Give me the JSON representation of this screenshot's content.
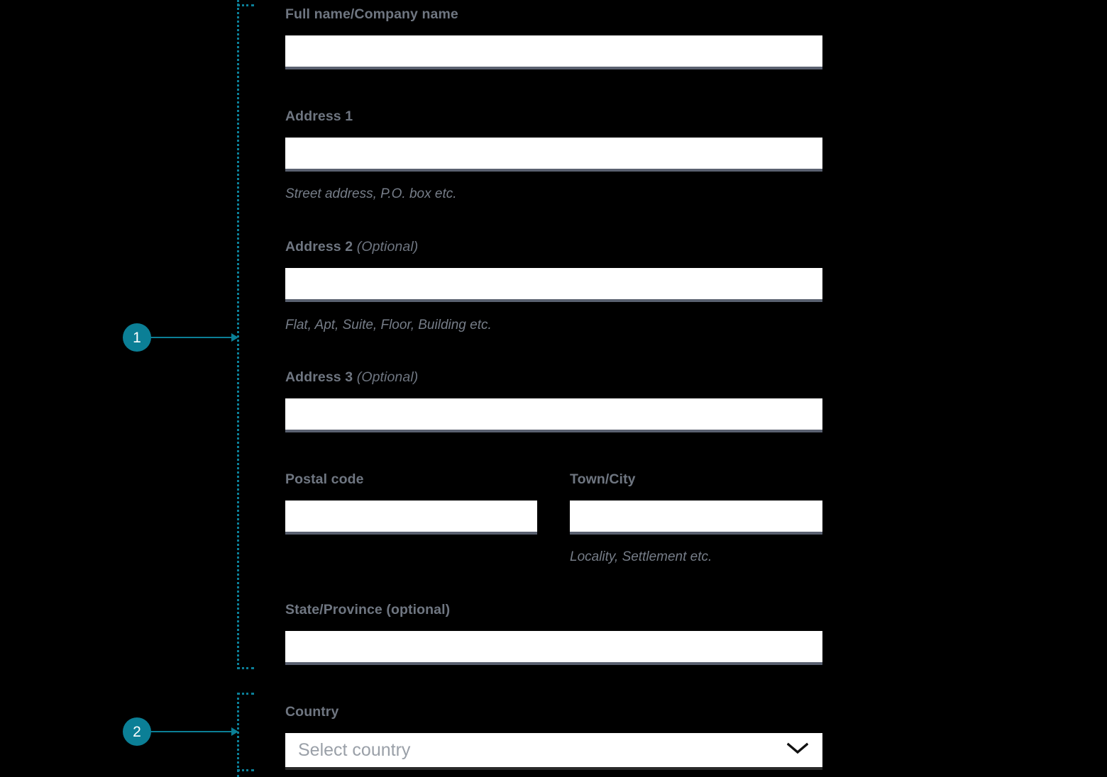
{
  "annotations": {
    "accent_color": "#0b7f96",
    "markers": [
      {
        "number": "1",
        "target": "address-block"
      },
      {
        "number": "2",
        "target": "country-block"
      }
    ]
  },
  "form": {
    "fields": {
      "full_name": {
        "label": "Full name/Company name",
        "value": "",
        "placeholder": "",
        "hint": ""
      },
      "address_1": {
        "label": "Address 1",
        "value": "",
        "placeholder": "",
        "hint": "Street address, P.O. box etc."
      },
      "address_2": {
        "label": "Address 2",
        "label_optional": "(Optional)",
        "value": "",
        "placeholder": "",
        "hint": "Flat, Apt, Suite, Floor, Building etc."
      },
      "address_3": {
        "label": "Address 3",
        "label_optional": "(Optional)",
        "value": "",
        "placeholder": "",
        "hint": ""
      },
      "postal_code": {
        "label": "Postal code",
        "value": "",
        "placeholder": "",
        "hint": ""
      },
      "town_city": {
        "label": "Town/City",
        "value": "",
        "placeholder": "",
        "hint": "Locality, Settlement etc."
      },
      "state_province": {
        "label": "State/Province (optional)",
        "value": "",
        "placeholder": "",
        "hint": ""
      },
      "country": {
        "label": "Country",
        "value": "",
        "placeholder": "Select country",
        "hint": "",
        "icon": "chevron-down-icon"
      }
    }
  },
  "colors": {
    "background": "#000000",
    "label_text": "#6f7681",
    "hint_text": "#767d88",
    "input_background": "#ffffff",
    "input_underline": "#5a6170",
    "select_underline": "#2a2a2a",
    "placeholder_text": "#9aa0a8",
    "accent": "#0b7f96"
  }
}
